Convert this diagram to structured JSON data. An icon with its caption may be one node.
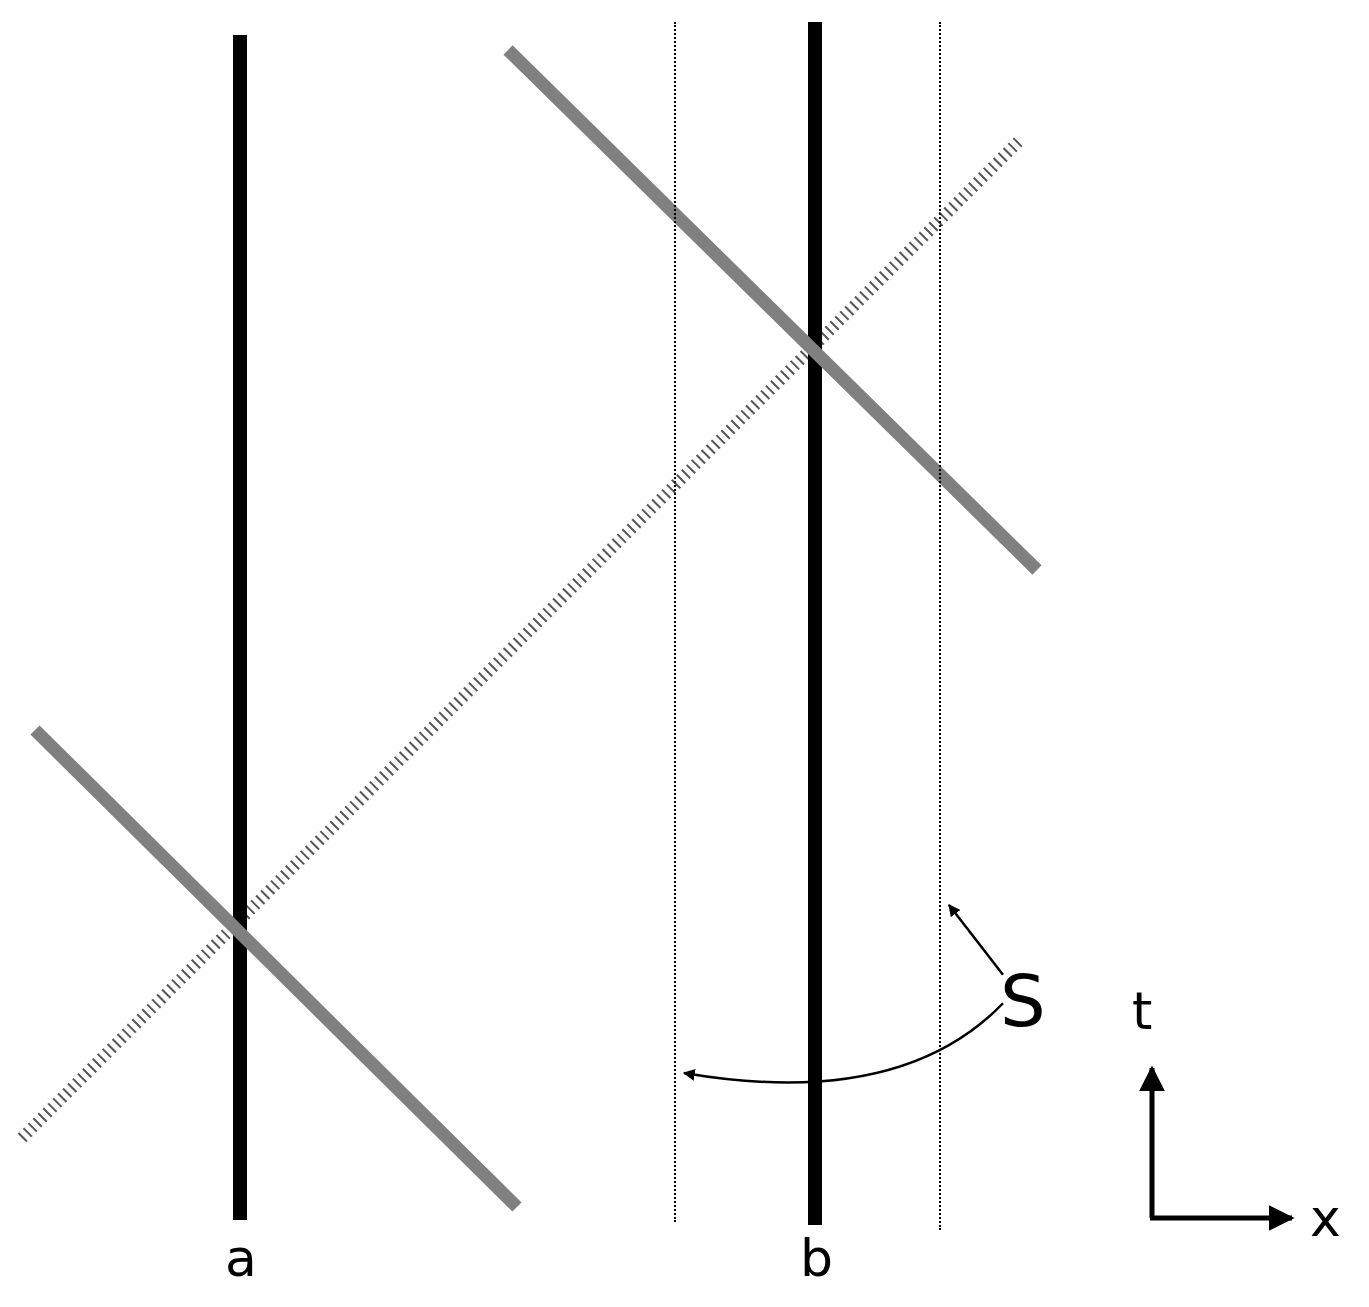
{
  "diagram": {
    "nodes": [
      {
        "text": [
          "S"
        ]
      },
      {
        "text": [],
        "shape": "line"
      },
      {
        "text": [],
        "shape": "line"
      }
    ],
    "edges": [
      {
        "from": 0,
        "to": 2,
        "arrow": "to"
      },
      {
        "from": 0,
        "to": 1,
        "arrow": "to"
      }
    ],
    "labels": [
      "a",
      "b",
      "t",
      "x"
    ]
  }
}
